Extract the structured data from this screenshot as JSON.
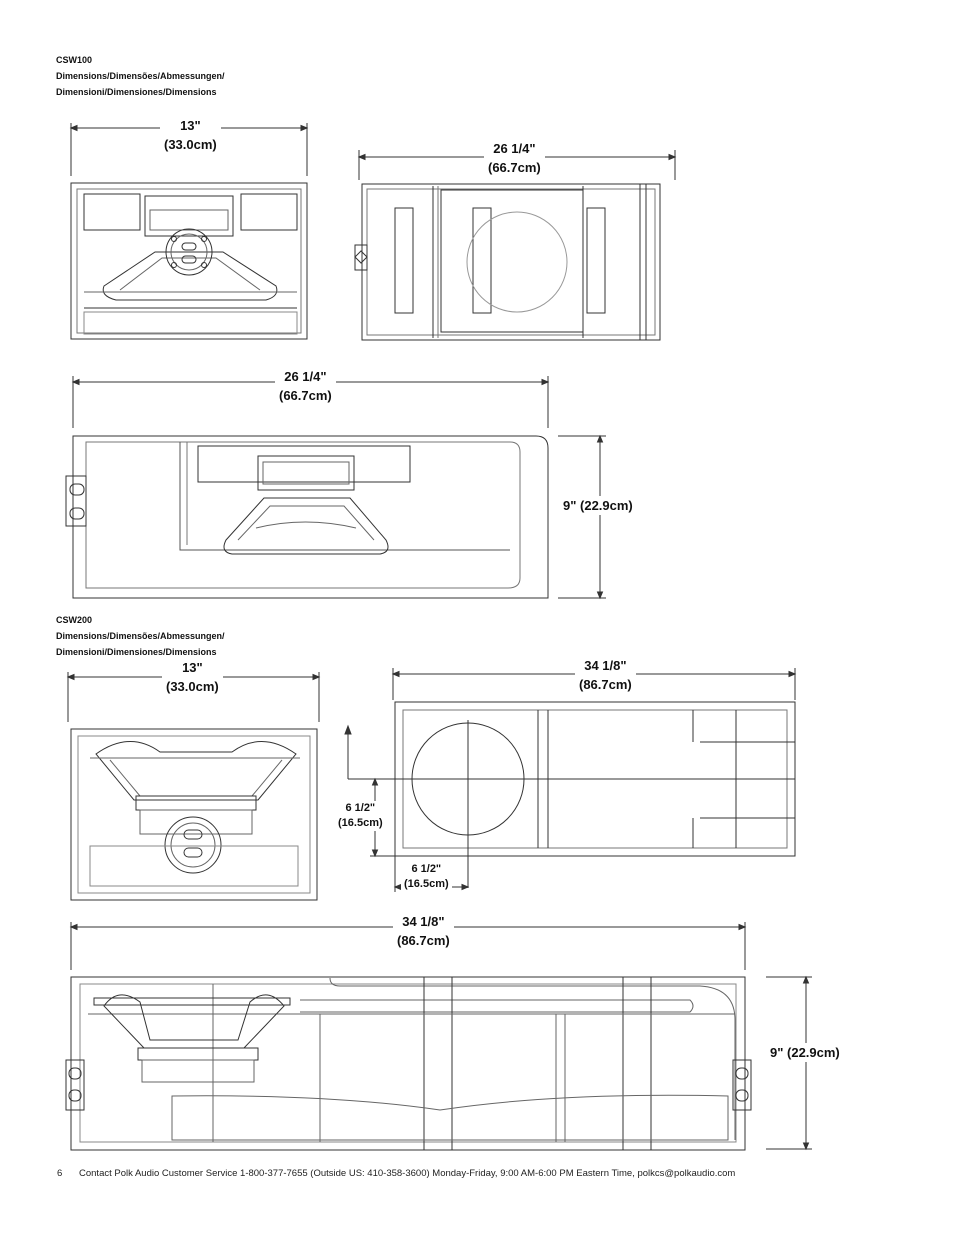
{
  "csw100": {
    "model": "CSW100",
    "heading": "Dimensions/Dimensões/Abmessungen/",
    "heading2": "Dimensioni/Dimensiones/Dimensions",
    "front_width": {
      "in": "13\"",
      "cm": "(33.0cm)"
    },
    "top_depth": {
      "in": "26 1/4\"",
      "cm": "(66.7cm)"
    },
    "side_depth": {
      "in": "26 1/4\"",
      "cm": "(66.7cm)"
    },
    "side_height": "9\" (22.9cm)"
  },
  "csw200": {
    "model": "CSW200",
    "heading": "Dimensions/Dimensões/Abmessungen/",
    "heading2": "Dimensioni/Dimensiones/Dimensions",
    "front_width": {
      "in": "13\"",
      "cm": "(33.0cm)"
    },
    "top_depth": {
      "in": "34 1/8\"",
      "cm": "(86.7cm)"
    },
    "driver_offset_v": {
      "in": "6 1/2\"",
      "cm": "(16.5cm)"
    },
    "driver_offset_h": {
      "in": "6 1/2\"",
      "cm": "(16.5cm)"
    },
    "side_depth": {
      "in": "34 1/8\"",
      "cm": "(86.7cm)"
    },
    "side_height": "9\" (22.9cm)"
  },
  "footer": {
    "page_number": "6",
    "contact": "Contact Polk Audio Customer Service 1-800-377-7655 (Outside US: 410-358-3600) Monday-Friday, 9:00 AM-6:00 PM Eastern Time, polkcs@polkaudio.com"
  }
}
